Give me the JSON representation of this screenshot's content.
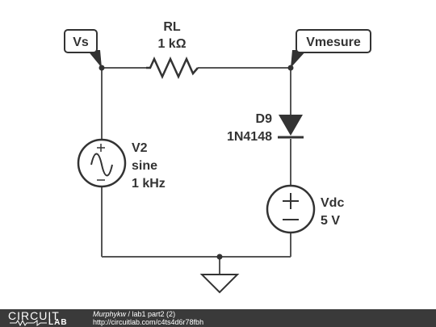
{
  "schematic": {
    "nodes": {
      "vs": "Vs",
      "vmesure": "Vmesure"
    },
    "resistor": {
      "name": "RL",
      "value": "1 kΩ"
    },
    "diode": {
      "name": "D9",
      "part": "1N4148"
    },
    "source_ac": {
      "name": "V2",
      "type": "sine",
      "freq": "1 kHz"
    },
    "source_dc": {
      "name": "Vdc",
      "value": "5 V"
    },
    "colors": {
      "wire": "#555555",
      "component": "#333333",
      "footer_bg": "#3a3a3a"
    }
  },
  "footer": {
    "logo_top": "CIRCUIT",
    "logo_bottom": "LAB",
    "author": "Murphykw",
    "separator": " / ",
    "title": "lab1 part2 (2)",
    "url": "http://circuitlab.com/c4ts4d6r78fbh"
  }
}
